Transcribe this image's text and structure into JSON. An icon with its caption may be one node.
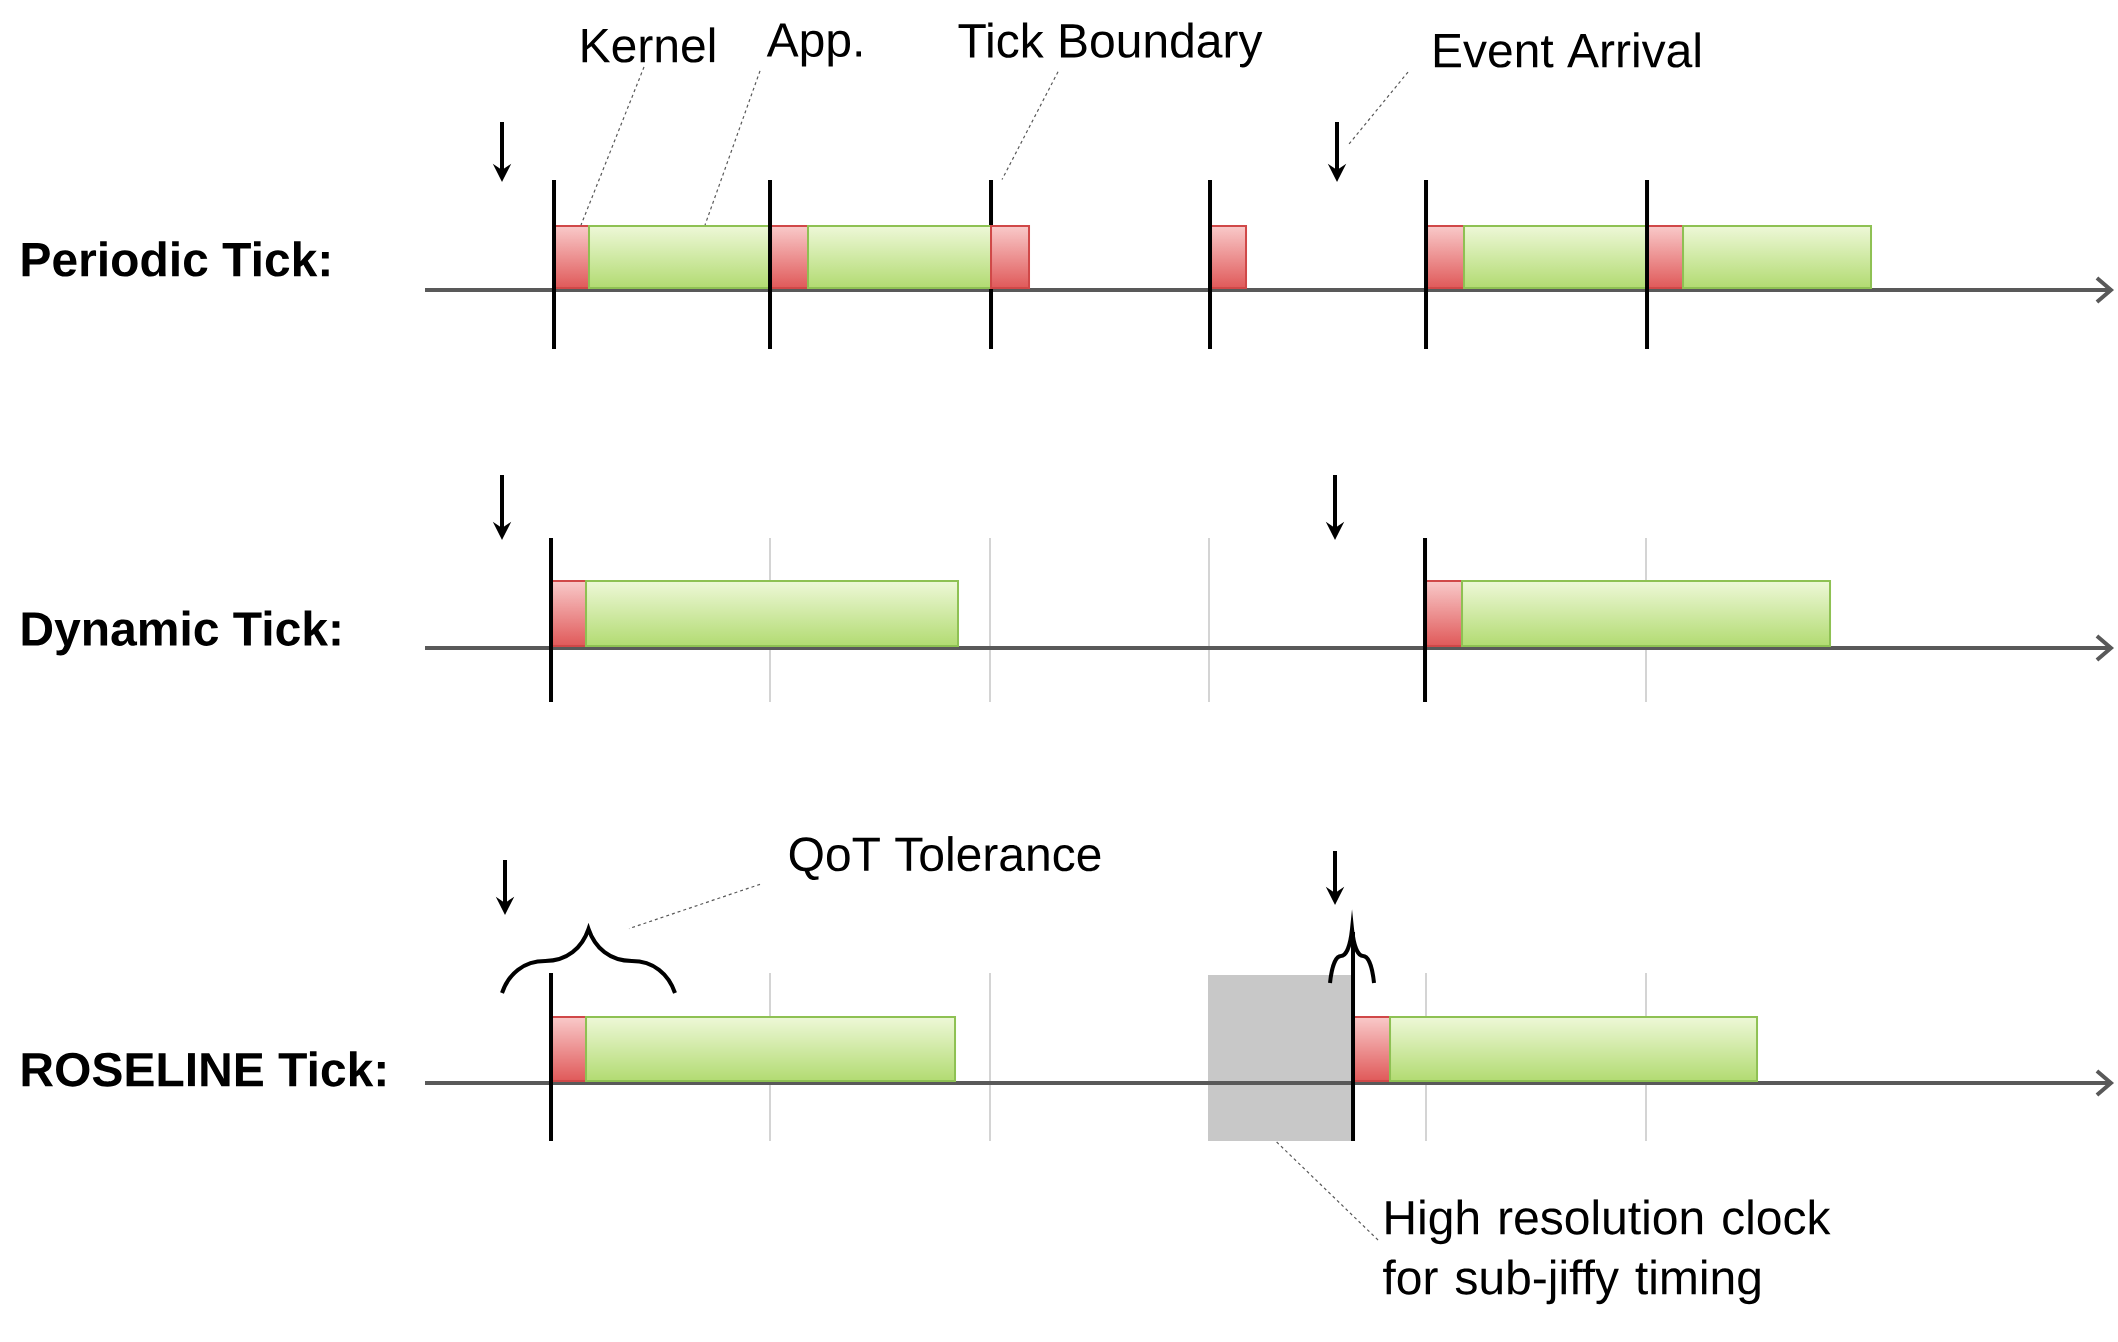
{
  "diagram": {
    "nodes": [
      {
        "text": [
          "Kernel"
        ]
      },
      {
        "text": [
          "App."
        ]
      },
      {
        "text": [
          "Tick Boundary"
        ]
      },
      {
        "text": [
          "Event Arrival"
        ]
      },
      {
        "text": [
          "QoT Tolerance"
        ]
      },
      {
        "text": [
          "High resolution clock for sub-jiffy timing"
        ]
      },
      {
        "text": [],
        "shape": "box"
      },
      {
        "text": [],
        "shape": "box"
      },
      {
        "text": [],
        "shape": "bar"
      },
      {
        "text": [],
        "shape": "arrow"
      },
      {
        "text": [],
        "shape": "brace"
      },
      {
        "text": [],
        "shape": "box"
      },
      {
        "text": [],
        "shape": "box"
      },
      {
        "text": [],
        "shape": "box"
      },
      {
        "text": [],
        "shape": "box"
      },
      {
        "text": [],
        "shape": "box"
      },
      {
        "text": [],
        "shape": "box"
      },
      {
        "text": [],
        "shape": "box"
      },
      {
        "text": [],
        "shape": "box"
      },
      {
        "text": [],
        "shape": "box"
      },
      {
        "text": [],
        "shape": "box"
      },
      {
        "text": [],
        "shape": "box"
      },
      {
        "text": [],
        "shape": "box"
      },
      {
        "text": [],
        "shape": "box"
      },
      {
        "text": [],
        "shape": "box"
      },
      {
        "text": [],
        "shape": "box"
      },
      {
        "text": [],
        "shape": "box"
      },
      {
        "text": [],
        "shape": "box"
      }
    ],
    "edges": [
      {
        "from": 0,
        "to": 6,
        "arrow": "none",
        "style": "dashed"
      },
      {
        "from": 1,
        "to": 7,
        "arrow": "none",
        "style": "dashed"
      },
      {
        "from": 2,
        "to": 8,
        "arrow": "none",
        "style": "dashed"
      },
      {
        "from": 3,
        "to": 9,
        "arrow": "none",
        "style": "dashed"
      },
      {
        "from": 4,
        "to": 10,
        "arrow": "none",
        "style": "dashed"
      },
      {
        "from": 5,
        "to": 11,
        "arrow": "none",
        "style": "dashed"
      }
    ],
    "labels": [
      "Periodic Tick:",
      "Dynamic Tick:",
      "ROSELINE Tick:"
    ]
  }
}
